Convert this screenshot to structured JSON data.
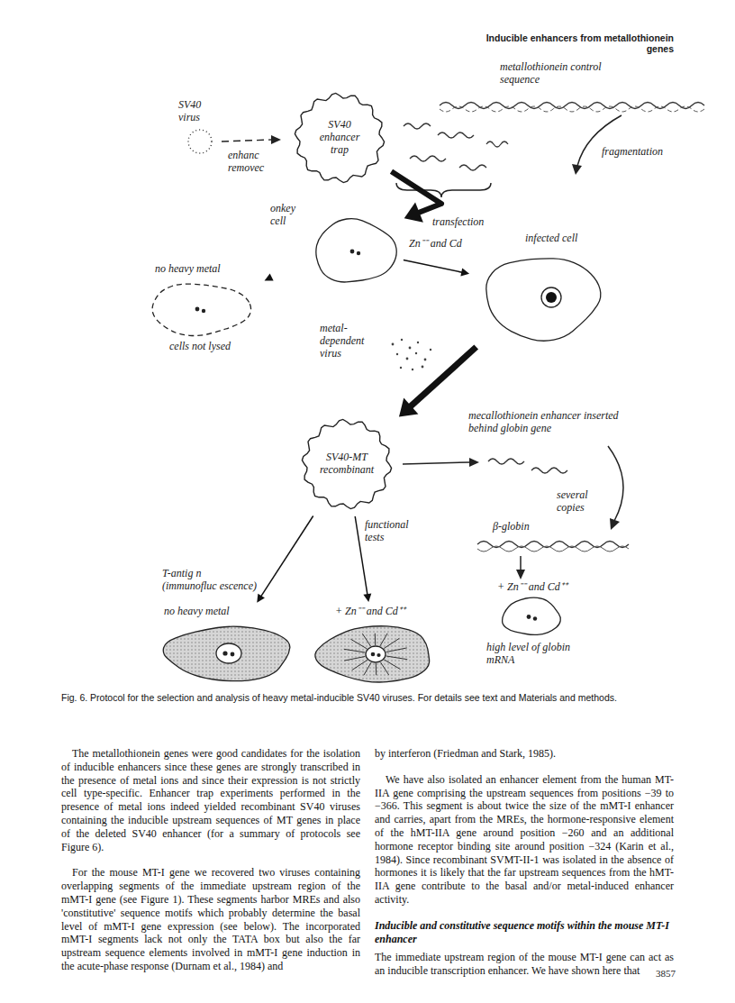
{
  "diagram": {
    "caption": "Fig. 6. Protocol for the selection and analysis of heavy metal-inducible SV40 viruses. For details see text and Materials and methods.",
    "nodes": [
      {
        "text": [
          "SV40 enhancer trap"
        ]
      },
      {
        "text": [
          "onkey cell"
        ]
      },
      {
        "text": [
          "no heavy metal",
          "cells not lysed"
        ]
      },
      {
        "text": [
          "infected cell"
        ]
      },
      {
        "text": [
          "SV40-MT recombinant"
        ]
      },
      {
        "text": [
          "no heavy metal"
        ]
      },
      {
        "text": [
          "+ Zn⁻⁻ and Cd⁺⁺"
        ]
      },
      {
        "text": [
          "high level of globin mRNA"
        ]
      }
    ],
    "edges": [
      {
        "from": 0,
        "to": 1,
        "label": "transfection",
        "arrow": "to"
      },
      {
        "from": 1,
        "to": 2,
        "arrow": "to"
      },
      {
        "from": 1,
        "to": 3,
        "label": "Zn⁻⁻ and Cd",
        "arrow": "to"
      },
      {
        "from": 3,
        "to": 4,
        "arrow": "to"
      },
      {
        "from": 4,
        "to": 5,
        "arrow": "to"
      },
      {
        "from": 4,
        "to": 6,
        "arrow": "to"
      }
    ],
    "labels": [
      "Inducible enhancers from metallothionein genes",
      "metallothionein control sequence",
      "SV40 virus",
      "enhanc removec",
      "fragmentation",
      "metal-dependent virus",
      "mecallothionein enhancer inserted behind globin gene",
      "several copies",
      "β-globin",
      "+ Zn⁻⁻ and Cd⁺⁺",
      "T-antig n (immunofluc escence)",
      "functional tests",
      "The metallothionein genes were good candidates for the isolation of inducible enhancers since these genes are strongly transcribed in the presence of metal ions and since their expression is not strictly cell type-specific. Enhancer trap experiments performed in the presence of metal ions indeed yielded recombinant SV40 viruses containing the inducible upstream sequences of MT genes in place of the deleted SV40 enhancer (for a summary of protocols see Figure 6).",
      "For the mouse MT-I gene we recovered two viruses containing overlapping segments of the immediate upstream region of the mMT-I gene (see Figure 1). These segments harbor MREs and also 'constitutive' sequence motifs which probably determine the basal level of mMT-I gene expression (see below). The incorporated mMT-I segments lack not only the TATA box but also the far upstream sequence elements involved in mMT-I gene induction in the acute-phase response (Durnam et al., 1984) and",
      "by interferon (Friedman and Stark, 1985).",
      "We have also isolated an enhancer element from the human MT-IIA gene comprising the upstream sequences from positions −39 to −366. This segment is about twice the size of the mMT-I enhancer and carries, apart from the MREs, the hormone-responsive element of the hMT-IIA gene around position −260 and an additional hormone receptor binding site around position −324 (Karin et al., 1984). Since recombinant SVMT-II-1 was isolated in the absence of hormones it is likely that the far upstream sequences from the hMT-IIA gene contribute to the basal and/or metal-induced enhancer activity.",
      "Inducible and constitutive sequence motifs within the mouse MT-I enhancer",
      "The immediate upstream region of the mouse MT-I gene can act as an inducible transcription enhancer. We have shown here that",
      "3857"
    ]
  }
}
